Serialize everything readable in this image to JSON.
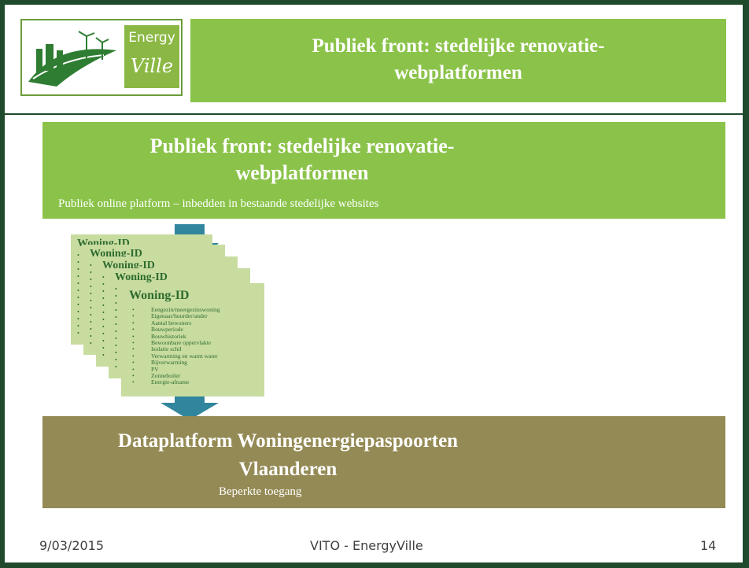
{
  "logo": {
    "word1": "Energy",
    "word2": "Ville"
  },
  "header": {
    "title_line1": "Publiek front: stedelijke renovatie-",
    "title_line2": "webplatformen"
  },
  "public_front": {
    "title_line1": "Publiek front: stedelijke renovatie-",
    "title_line2": "webplatformen",
    "subtitle": "Publiek online platform – inbedden in bestaande stedelijke websites"
  },
  "woning_card": {
    "title": "Woning-ID",
    "items": [
      "Eengezin/meergezinswoning",
      "Eigenaar/huurder/ander",
      "Aantal bewoners",
      "Bouwperiode",
      "Bouwhistoriek",
      "Bewoonbare oppervlakte",
      "Isolatie schil",
      "Verwarming en warm water",
      "Bijverwarming",
      "PV",
      "Zonneboiler",
      "Energie-afname"
    ]
  },
  "data_platform": {
    "title_line1": "Dataplatform Woningenergiepaspoorten",
    "title_line2": "Vlaanderen",
    "subtitle": "Beperkte toegang"
  },
  "footer": {
    "date": "9/03/2015",
    "center": "VITO - EnergyVille",
    "page": "14"
  },
  "colors": {
    "frame": "#1f4a2c",
    "green_banner": "#8bc34a",
    "olive_banner": "#948a55",
    "card": "#c8dca0",
    "arrow": "#31859c"
  }
}
